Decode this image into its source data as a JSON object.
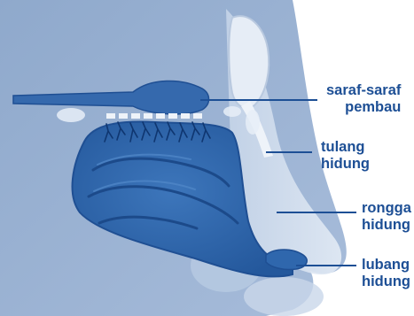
{
  "diagram": {
    "labels": {
      "saraf": [
        "saraf-saraf",
        "pembau"
      ],
      "tulang": [
        "tulang",
        "hidung"
      ],
      "rongga": [
        "rongga",
        "hidung"
      ],
      "lubang": [
        "lubang",
        "hidung"
      ]
    }
  },
  "colors": {
    "background": "#9bb3d3",
    "skin_light": "#d6e1ef",
    "cavity": "#2f67ad",
    "cavity_dark": "#1f4f93",
    "label_text": "#1d4f95",
    "leader_line": "#1d4f95"
  }
}
